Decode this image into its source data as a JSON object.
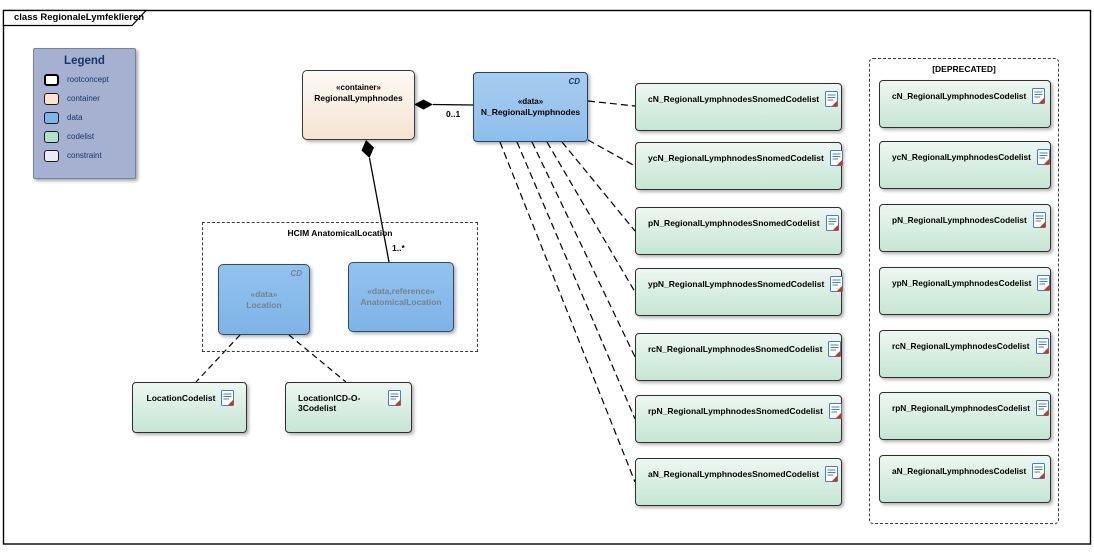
{
  "diagram": {
    "tab_title": "class RegionaleLymfeklieren"
  },
  "legend": {
    "title": "Legend",
    "items": [
      {
        "label": "rootconcept",
        "color": "#ffffff"
      },
      {
        "label": "container",
        "color": "#f9e4d1"
      },
      {
        "label": "data",
        "color": "#7cb6ea"
      },
      {
        "label": "codelist",
        "color": "#b2e0c8"
      },
      {
        "label": "constraint",
        "color": "#e8eaf9"
      }
    ]
  },
  "nodes": {
    "container": {
      "stereotype": "«container»",
      "name": "RegionalLymphnodes"
    },
    "n_regional": {
      "stereotype": "«data»",
      "name": "N_RegionalLymphnodes",
      "corner_tag": "CD"
    },
    "location": {
      "stereotype": "«data»",
      "name": "Location",
      "corner_tag": "CD"
    },
    "anatomical_location": {
      "stereotype": "«data,reference»",
      "name": "AnatomicalLocation"
    }
  },
  "groups": {
    "hcim_title": "HCIM AnatomicalLocation",
    "deprecated_title": "[DEPRECATED]"
  },
  "location_codelists": [
    "LocationCodelist",
    "LocationICD-O-3Codelist"
  ],
  "snomed_codelists": [
    "cN_RegionalLymphnodesSnomedCodelist",
    "ycN_RegionalLymphnodesSnomedCodelist",
    "pN_RegionalLymphnodesSnomedCodelist",
    "ypN_RegionalLymphnodesSnomedCodelist",
    "rcN_RegionalLymphnodesSnomedCodelist",
    "rpN_RegionalLymphnodesSnomedCodelist",
    "aN_RegionalLymphnodesSnomedCodelist"
  ],
  "deprecated_codelists": [
    "cN_RegionalLymphnodesCodelist",
    "ycN_RegionalLymphnodesCodelist",
    "pN_RegionalLymphnodesCodelist",
    "ypN_RegionalLymphnodesCodelist",
    "rcN_RegionalLymphnodesCodelist",
    "rpN_RegionalLymphnodesCodelist",
    "aN_RegionalLymphnodesCodelist"
  ],
  "multiplicities": {
    "container_to_data": "0..1",
    "container_to_anatomical": "1..*"
  },
  "icons": {
    "codelist": "document-icon"
  },
  "colors": {
    "legend_bg": "#a6b1d1",
    "legend_text": "#17356b",
    "container_fill": "#f5e3d0",
    "data_fill": "#8fbeec",
    "codelist_fill": "#c6e5d5",
    "reference_text": "#76828f",
    "doc_icon_blue": "#4a7ebb",
    "doc_icon_red": "#c0392b"
  }
}
